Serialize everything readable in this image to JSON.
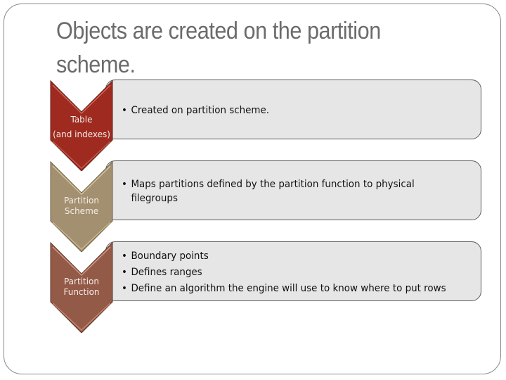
{
  "slide": {
    "title": "Objects are created on the partition scheme."
  },
  "diagram": {
    "levels": [
      {
        "label_lines": [
          "Table",
          "(and indexes)"
        ],
        "color": "#9e2a20",
        "bullets": [
          "Created on partition scheme."
        ]
      },
      {
        "label_lines": [
          "Partition",
          "Scheme"
        ],
        "color": "#a39070",
        "bullets": [
          "Maps partitions defined by the partition function to physical filegroups"
        ]
      },
      {
        "label_lines": [
          "Partition",
          "Function"
        ],
        "color": "#945a48",
        "bullets": [
          "Boundary points",
          "Defines ranges",
          "Define an algorithm the engine will use to know where to put rows"
        ]
      }
    ]
  }
}
